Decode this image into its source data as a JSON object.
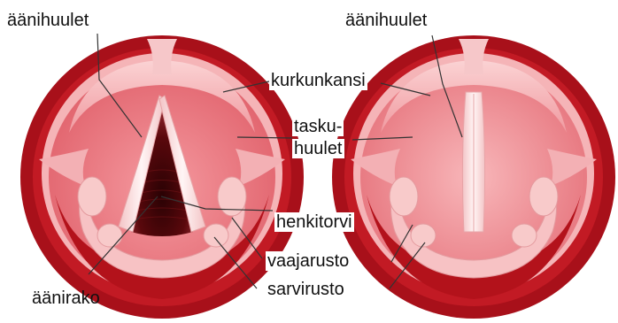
{
  "labels": {
    "vocal_folds_left": "äänihuulet",
    "vocal_folds_right": "äänihuulet",
    "epiglottis": "kurkunkansi",
    "vestibular_folds_line1": "tasku-",
    "vestibular_folds_line2": "huulet",
    "trachea": "henkitorvi",
    "arytenoid": "vaajarusto",
    "corniculate": "sarvirusto",
    "glottis": "äänirako"
  },
  "colors": {
    "outer_ring": "#b3121b",
    "outer_ring_dark": "#8e0c14",
    "rim": "#f2a3a6",
    "tissue": "#e9727a",
    "tissue_light": "#f6b3b5",
    "fold_white": "#fbe9e9",
    "trachea_dark": "#4a0508",
    "line": "#333333"
  }
}
